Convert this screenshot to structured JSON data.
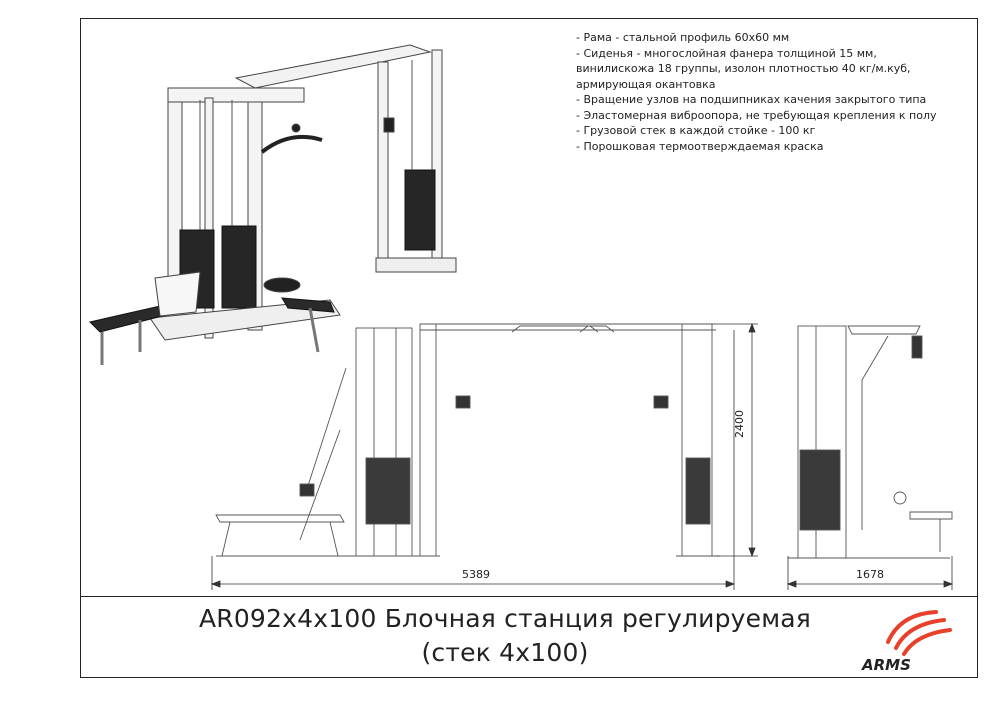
{
  "specs": [
    "- Рама - стальной профиль 60х60 мм",
    "- Сиденья - многослойная фанера толщиной 15 мм,\nвинилискожа 18 группы, изолон плотностью 40 кг/м.куб,\nармирующая окантовка",
    "- Вращение узлов на подшипниках качения закрытого типа",
    "- Эластомерная виброопора, не требующая крепления к полу",
    "- Грузовой стек в каждой стойке - 100 кг",
    "- Порошковая термоотверждаемая краска"
  ],
  "dimensions": {
    "front_width": "5389",
    "height": "2400",
    "side_depth": "1678"
  },
  "title": {
    "line1": "AR092х4х100 Блочная станция регулируемая",
    "line2": "(стек 4х100)"
  },
  "logo": {
    "text": "ARMS",
    "colors": {
      "primary": "#e8402a",
      "text": "#222222"
    }
  }
}
